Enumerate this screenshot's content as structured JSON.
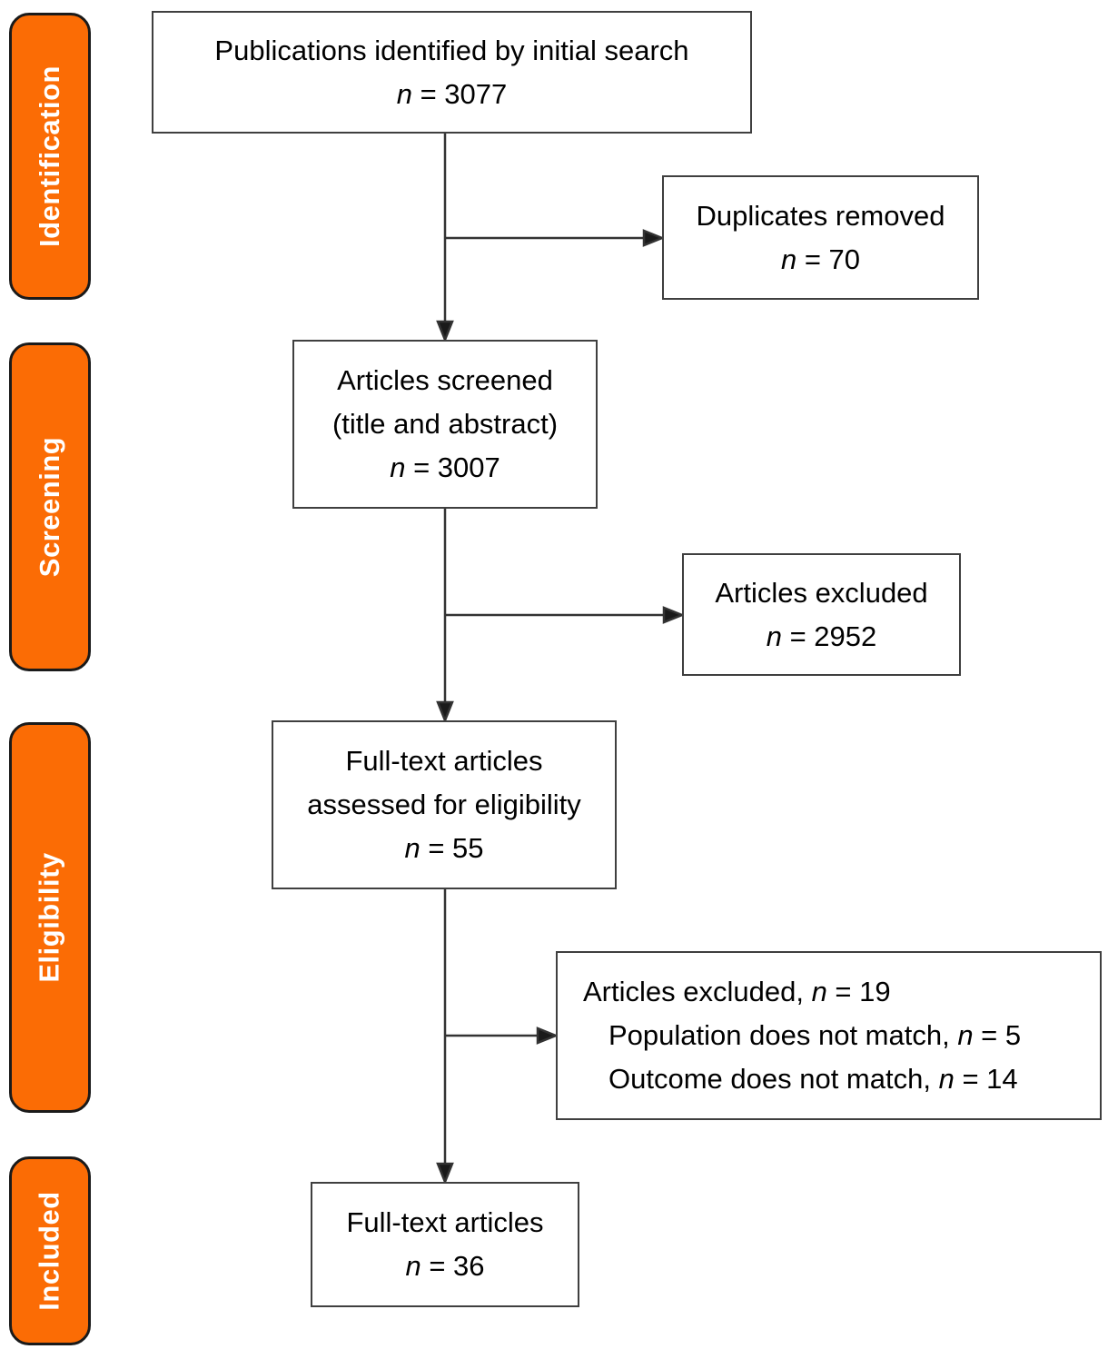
{
  "diagram": {
    "type": "PRISMA flow diagram",
    "accent_color": "#FB6C05",
    "symbols": {
      "n": "n"
    },
    "stages": [
      {
        "label": "Identification"
      },
      {
        "label": "Screening"
      },
      {
        "label": "Eligibility"
      },
      {
        "label": "Included"
      }
    ],
    "boxes": {
      "identified": {
        "lines": [
          "Publications identified by initial search"
        ],
        "count": "= 3077"
      },
      "duplicates": {
        "lines": [
          "Duplicates removed"
        ],
        "count": "= 70"
      },
      "screened": {
        "lines": [
          "Articles screened",
          "(title and abstract)"
        ],
        "count": "= 3007"
      },
      "excluded_screening": {
        "lines": [
          "Articles excluded"
        ],
        "count": "= 2952"
      },
      "eligibility": {
        "lines": [
          "Full-text articles",
          "assessed for eligibility"
        ],
        "count": "= 55"
      },
      "excluded_eligibility": {
        "rows": [
          {
            "pre": "Articles excluded, ",
            "sym": "n",
            "post": " = 19"
          },
          {
            "pre": "Population does not match, ",
            "sym": "n",
            "post": " = 5"
          },
          {
            "pre": "Outcome does not match, ",
            "sym": "n",
            "post": " = 14"
          }
        ]
      },
      "included": {
        "lines": [
          "Full-text articles"
        ],
        "count": "= 36"
      }
    }
  }
}
